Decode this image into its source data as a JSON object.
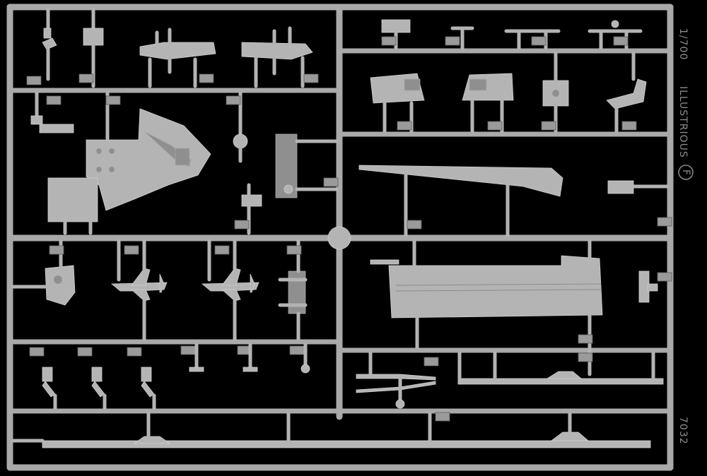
{
  "sprue": {
    "scale": "1/700",
    "kit_name": "ILLUSTRIOUS",
    "sprue_letter": "F",
    "product_number": "7032"
  },
  "colors": {
    "background": "#000000",
    "plastic": "#b4b4b4",
    "plastic_shadow": "#8f8f8f"
  }
}
